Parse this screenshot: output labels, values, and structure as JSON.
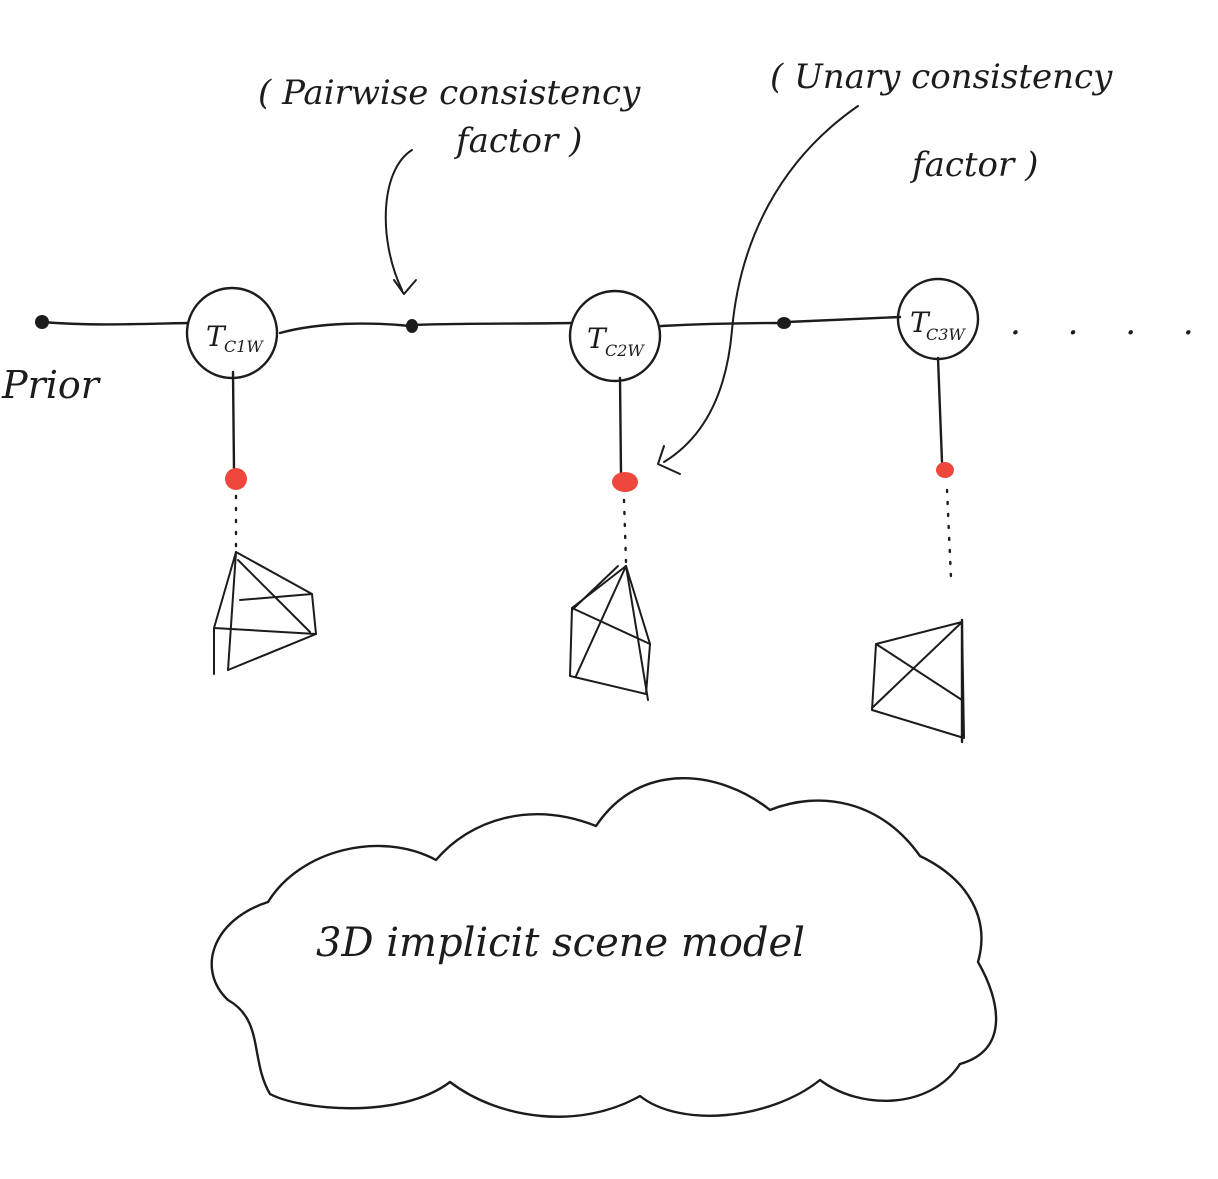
{
  "colors": {
    "ink": "#1c1c1c",
    "unary_factor": "#f0473d",
    "background": "#ffffff"
  },
  "prior": {
    "label": "Prior"
  },
  "annotations": {
    "pairwise": {
      "line1": "( Pairwise consistency",
      "line2": "factor )"
    },
    "unary": {
      "line1": "( Unary consistency",
      "line2": "factor )"
    }
  },
  "nodes": [
    {
      "main": "T",
      "sub": "C1W"
    },
    {
      "main": "T",
      "sub": "C2W"
    },
    {
      "main": "T",
      "sub": "C3W"
    }
  ],
  "ellipsis": ". . . .",
  "scene": {
    "label": "3D   implicit scene model"
  }
}
